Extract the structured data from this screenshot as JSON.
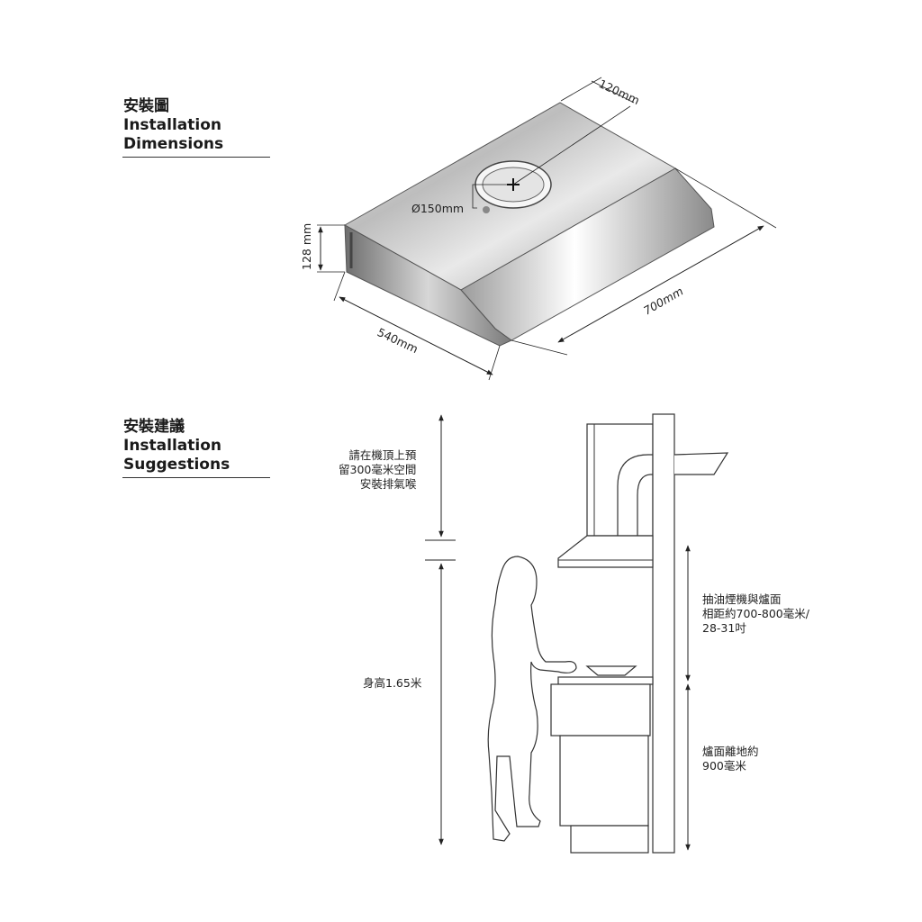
{
  "dimensions_section": {
    "title_zh": "安裝圖",
    "title_en_1": "Installation",
    "title_en_2": "Dimensions"
  },
  "suggestions_section": {
    "title_zh": "安裝建議",
    "title_en_1": "Installation",
    "title_en_2": "Suggestions"
  },
  "dimension_labels": {
    "depth_top": "120mm",
    "duct_diameter": "Ø150mm",
    "height": "128 mm",
    "width": "700mm",
    "depth": "540mm"
  },
  "notes": {
    "top_clearance": [
      "請在機頂上預",
      "留300毫米空間",
      "安裝排氣喉"
    ],
    "person_height": "身高1.65米",
    "hood_to_stove": [
      "抽油煙機與爐面",
      "相距約700-800毫米/",
      "28-31吋"
    ],
    "stove_to_floor": [
      "爐面離地約",
      "900毫米"
    ]
  }
}
